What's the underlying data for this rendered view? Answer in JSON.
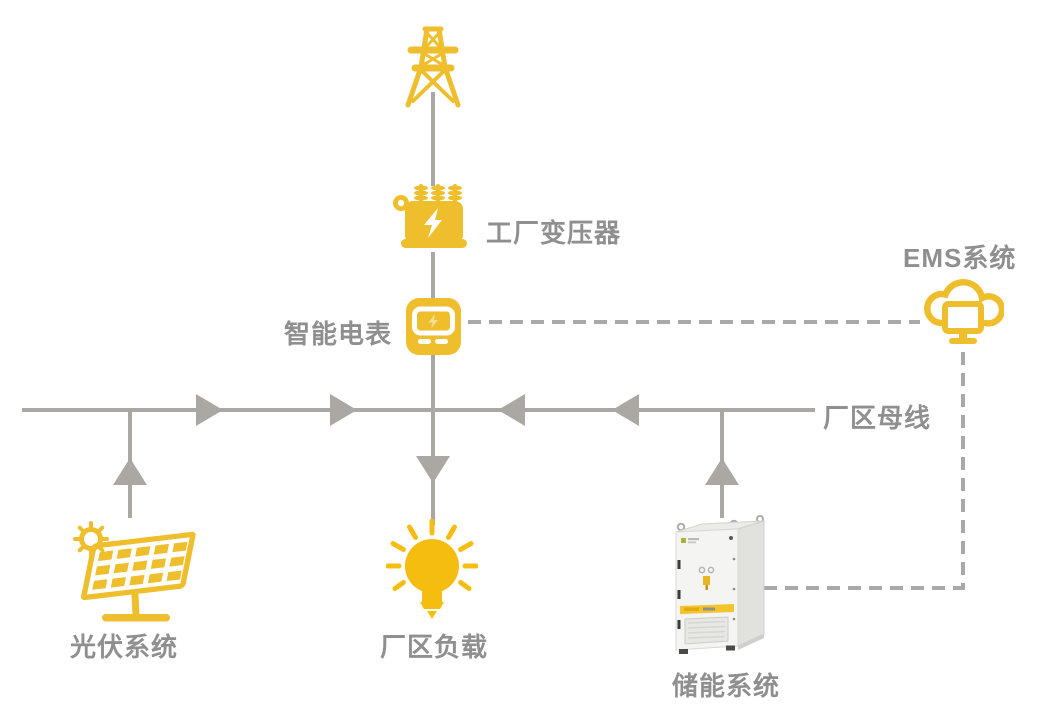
{
  "diagram": {
    "type": "factory-microgrid-energy-flow-diagram",
    "colors": {
      "accent_yellow": "#EFBE2D",
      "bulb_yellow": "#F5BD10",
      "line_gray": "#ABA7A3",
      "dash_gray": "#A9A9A9",
      "label_gray": "#8F8F8F",
      "background": "#FFFFFF"
    },
    "nodes": {
      "grid_tower": {
        "icon": "transmission-tower-icon",
        "label": ""
      },
      "transformer": {
        "icon": "transformer-icon",
        "label": "工厂变压器"
      },
      "smart_meter": {
        "icon": "smart-meter-icon",
        "label": "智能电表"
      },
      "ems": {
        "icon": "cloud-monitor-icon",
        "label": "EMS系统"
      },
      "busbar": {
        "label": "厂区母线"
      },
      "pv": {
        "icon": "solar-panel-icon",
        "label": "光伏系统"
      },
      "load": {
        "icon": "light-bulb-icon",
        "label": "厂区负载"
      },
      "storage": {
        "icon": "battery-cabinet-photo",
        "label": "储能系统"
      }
    },
    "connections": [
      {
        "from": "grid_tower",
        "to": "transformer",
        "style": "solid",
        "arrow": "none"
      },
      {
        "from": "transformer",
        "to": "smart_meter",
        "style": "solid",
        "arrow": "none"
      },
      {
        "from": "smart_meter",
        "to": "busbar",
        "style": "solid",
        "arrow": "none"
      },
      {
        "from": "busbar_left",
        "to": "center_junction",
        "style": "solid",
        "arrow": "right, right"
      },
      {
        "from": "busbar_right",
        "to": "center_junction",
        "style": "solid",
        "arrow": "left, left"
      },
      {
        "from": "pv",
        "to": "busbar",
        "style": "solid",
        "arrow": "up"
      },
      {
        "from": "storage",
        "to": "busbar",
        "style": "solid",
        "arrow": "up"
      },
      {
        "from": "busbar",
        "to": "load",
        "style": "solid",
        "arrow": "down"
      },
      {
        "from": "smart_meter",
        "to": "ems",
        "style": "dashed",
        "arrow": "none"
      },
      {
        "from": "ems",
        "to": "storage",
        "style": "dashed",
        "arrow": "none"
      }
    ]
  }
}
